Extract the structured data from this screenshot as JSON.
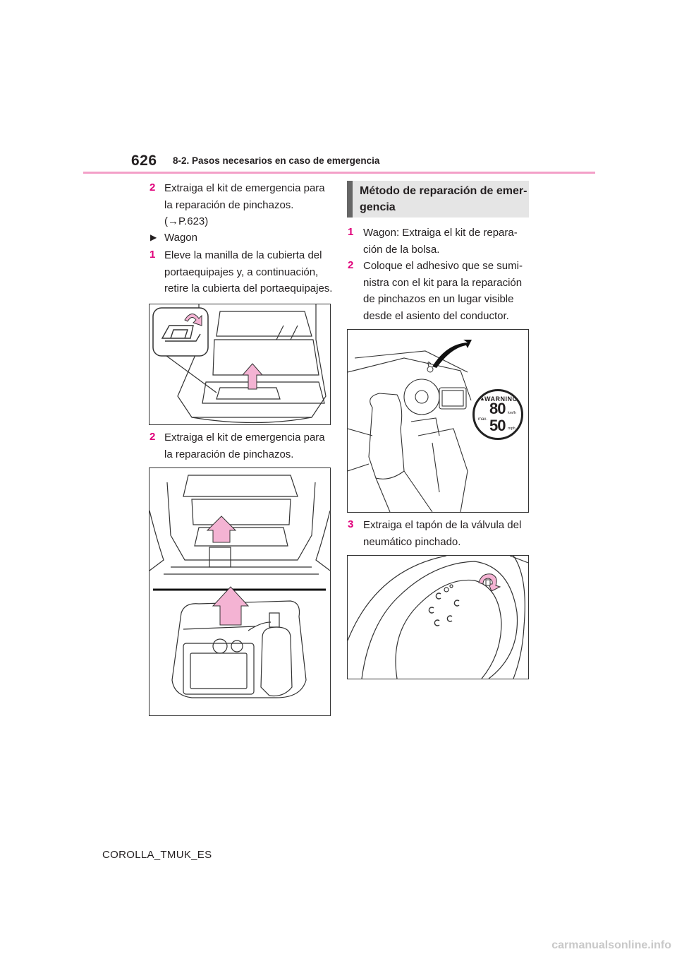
{
  "header": {
    "page_number": "626",
    "section_title": "8-2. Pasos necesarios en caso de emergencia"
  },
  "left_column": {
    "step2_num": "2",
    "step2_line1": "Extraiga el kit de emergencia para",
    "step2_line2": "la reparación de pinchazos.",
    "step2_line3": "(→P.623)",
    "bullet_glyph": "▶",
    "wagon_label": "Wagon",
    "wagon_step1_num": "1",
    "wagon_step1_line1": "Eleve la manilla de la cubierta del",
    "wagon_step1_line2": "portaequipajes y, a continuación,",
    "wagon_step1_line3": "retire la cubierta del portaequipajes.",
    "wagon_step2_num": "2",
    "wagon_step2_line1": "Extraiga el kit de emergencia para",
    "wagon_step2_line2": "la reparación de pinchazos."
  },
  "right_column": {
    "heading_line1": "Método de reparación de emer-",
    "heading_line2": "gencia",
    "step1_num": "1",
    "step1_line1": "Wagon: Extraiga el kit de repara-",
    "step1_line2": "ción de la bolsa.",
    "step2_num": "2",
    "step2_line1": "Coloque el adhesivo que se sumi-",
    "step2_line2": "nistra con el kit para la reparación",
    "step2_line3": "de pinchazos en un lugar visible",
    "step2_line4": "desde el asiento del conductor.",
    "step3_num": "3",
    "step3_line1": "Extraiga el tapón de la válvula del",
    "step3_line2": "neumático pinchado."
  },
  "warning_sticker": {
    "title": "WARNING",
    "max_label": "max.",
    "speed_kmh": "80",
    "unit_kmh": "km/h",
    "speed_mph": "50",
    "unit_mph": "mph"
  },
  "footer": {
    "doc_id": "COROLLA_TMUK_ES"
  },
  "watermark": "carmanualsonline.info",
  "colors": {
    "step_number": "#e0007a",
    "header_rule": "#f3a0c8",
    "arrow_fill": "#f4b3d3",
    "heading_bg": "#e5e5e5"
  }
}
